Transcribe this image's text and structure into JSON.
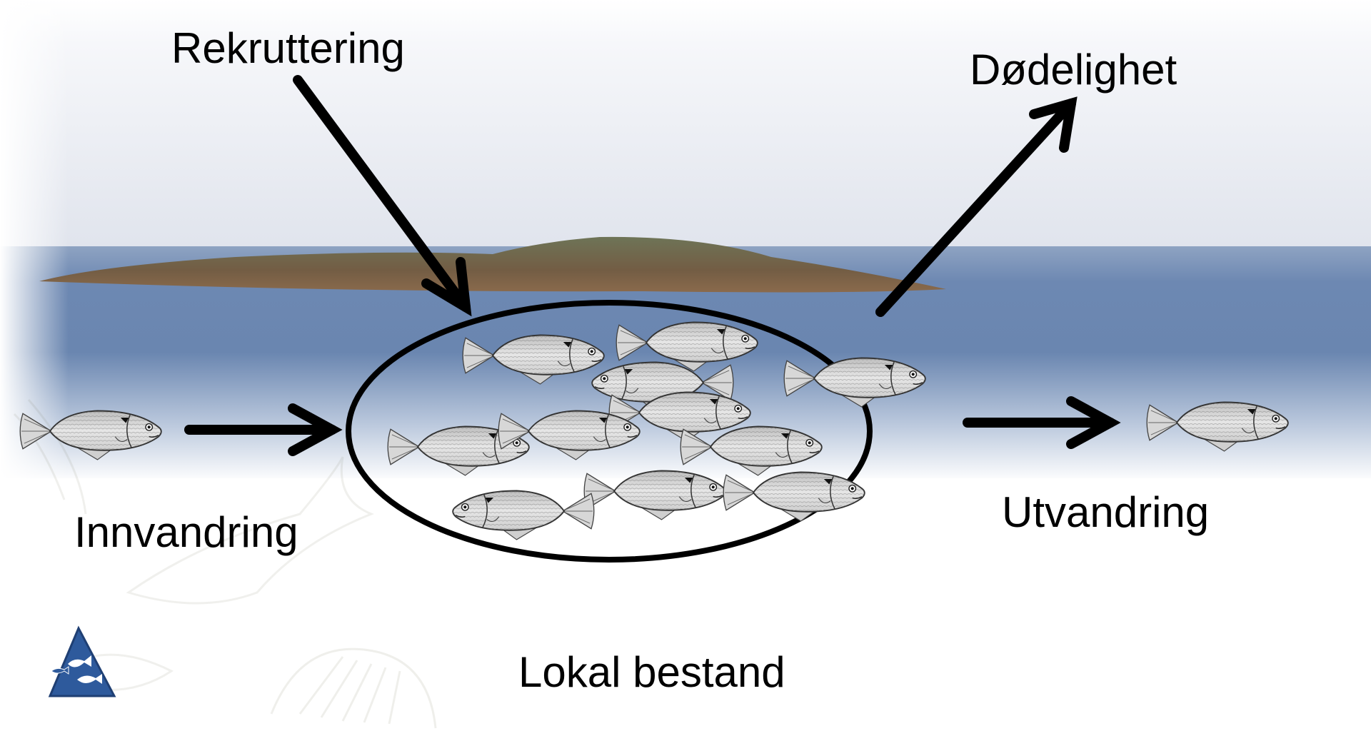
{
  "labels": {
    "recruitment": "Rekruttering",
    "mortality": "Dødelighet",
    "immigration": "Innvandring",
    "emigration": "Utvandring",
    "local_population": "Lokal bestand"
  },
  "colors": {
    "sky_top": "#ffffff",
    "sky_mid": "#e3e6ef",
    "sea": "#5a79a8",
    "island": "#6a5a45",
    "arrow": "#000000",
    "logo": "#2e5a9c"
  },
  "icons": [
    "fish-icon",
    "logo-icon"
  ]
}
